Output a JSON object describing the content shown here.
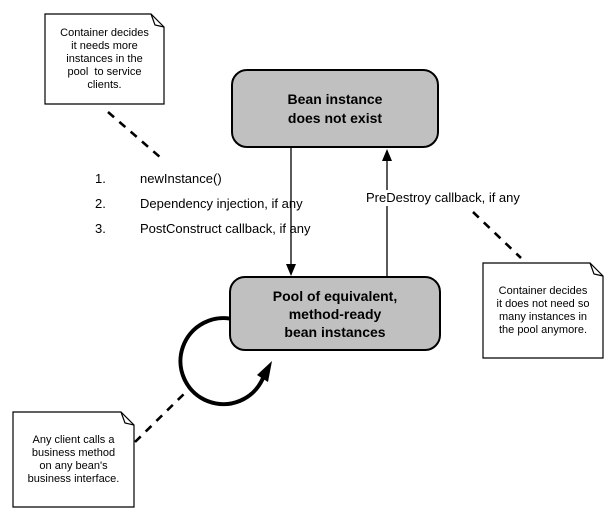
{
  "colors": {
    "background": "#ffffff",
    "state_fill": "#c0c0c0",
    "note_fill": "#ffffff",
    "stroke": "#000000"
  },
  "states": {
    "does_not_exist": {
      "label": "Bean instance\ndoes not exist"
    },
    "pool": {
      "label": "Pool of equivalent,\nmethod-ready\nbean instances"
    }
  },
  "transition_steps": {
    "items": [
      {
        "num": "1.",
        "text": "newInstance()"
      },
      {
        "num": "2.",
        "text": "Dependency injection, if any"
      },
      {
        "num": "3.",
        "text": "PostConstruct callback, if any"
      }
    ]
  },
  "labels": {
    "predestroy": "PreDestroy callback, if any"
  },
  "notes": {
    "top_left": {
      "text": "Container decides\nit needs more\ninstances in the\npool  to service\nclients."
    },
    "right": {
      "text": "Container decides\nit does not need so\nmany instances in\nthe pool anymore."
    },
    "bottom_left": {
      "text": "Any client calls a\nbusiness method\non any bean's\nbusiness interface."
    }
  }
}
